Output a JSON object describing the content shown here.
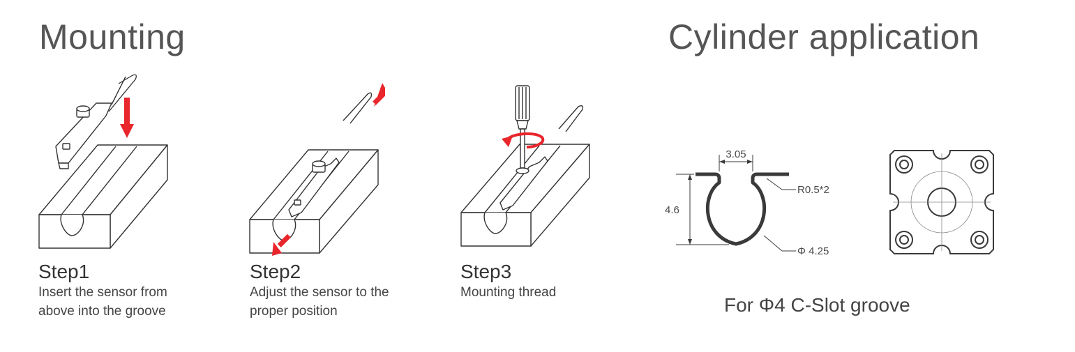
{
  "titles": {
    "mounting": "Mounting",
    "cylinder": "Cylinder application"
  },
  "steps": [
    {
      "heading": "Step1",
      "line1": "Insert the sensor from",
      "line2": "above into the groove"
    },
    {
      "heading": "Step2",
      "line1": "Adjust the sensor to the",
      "line2": "proper position"
    },
    {
      "heading": "Step3",
      "line1": "Mounting thread",
      "line2": ""
    }
  ],
  "cslot": {
    "width_label": "3.05",
    "height_label": "4.6",
    "radius_label": "R0.5*2",
    "diameter_label": "Φ 4.25"
  },
  "caption": "For Φ4 C-Slot groove",
  "colors": {
    "arrow": "#e8262c",
    "line": "#3a3a3a",
    "text": "#4a4a4a"
  }
}
